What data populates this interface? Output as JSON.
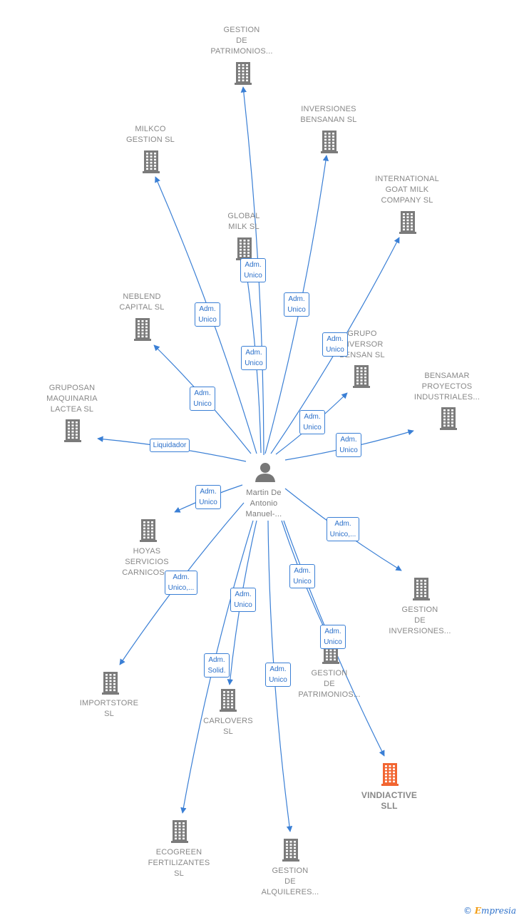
{
  "colors": {
    "edge": "#3a7fd5",
    "building": "#7b7b7b",
    "building_highlight": "#f26531",
    "person": "#777777",
    "label_border": "#3a7fd5"
  },
  "center": {
    "id": "person",
    "label": "Martin De\nAntonio\nManuel-...",
    "icon": "person-icon"
  },
  "nodes": [
    {
      "id": "gestion-patrimonios-top",
      "label": "GESTION\nDE\nPATRIMONIOS...",
      "icon": "building-icon"
    },
    {
      "id": "inversiones-bensanan",
      "label": "INVERSIONES\nBENSANAN  SL",
      "icon": "building-icon"
    },
    {
      "id": "milkco-gestion",
      "label": "MILKCO\nGESTION  SL",
      "icon": "building-icon"
    },
    {
      "id": "international-goat-milk",
      "label": "INTERNATIONAL\nGOAT MILK\nCOMPANY  SL",
      "icon": "building-icon"
    },
    {
      "id": "global-milk",
      "label": "GLOBAL\nMILK  SL",
      "icon": "building-icon"
    },
    {
      "id": "neblend-capital",
      "label": "NEBLEND\nCAPITAL  SL",
      "icon": "building-icon"
    },
    {
      "id": "grupo-inversor",
      "label": "GRUPO\nINVERSOR\nBENSAN  SL",
      "icon": "building-icon"
    },
    {
      "id": "gruposan-maquinaria",
      "label": "GRUPOSAN\nMAQUINARIA\nLACTEA SL",
      "icon": "building-icon"
    },
    {
      "id": "bensamar-proyectos",
      "label": "BENSAMAR\nPROYECTOS\nINDUSTRIALES...",
      "icon": "building-icon"
    },
    {
      "id": "hoyas-servicios",
      "label": "HOYAS\nSERVICIOS\nCARNICOS...",
      "icon": "building-icon"
    },
    {
      "id": "gestion-inversiones",
      "label": "GESTION\nDE\nINVERSIONES...",
      "icon": "building-icon"
    },
    {
      "id": "importstore",
      "label": "IMPORTSTORE\nSL",
      "icon": "building-icon"
    },
    {
      "id": "gestion-patrimonios-mid",
      "label": "GESTION\nDE\nPATRIMONIOS...",
      "icon": "building-icon"
    },
    {
      "id": "carlovers",
      "label": "CARLOVERS\nSL",
      "icon": "building-icon"
    },
    {
      "id": "vindiactive",
      "label": "VINDIACTIVE\nSLL",
      "icon": "building-icon",
      "highlight": true
    },
    {
      "id": "ecogreen",
      "label": "ECOGREEN\nFERTILIZANTES\nSL",
      "icon": "building-icon"
    },
    {
      "id": "gestion-alquileres",
      "label": "GESTION\nDE\nALQUILERES...",
      "icon": "building-icon"
    }
  ],
  "edges": [
    {
      "to": "gestion-patrimonios-top",
      "label": "Adm.\nUnico"
    },
    {
      "to": "inversiones-bensanan",
      "label": "Adm.\nUnico"
    },
    {
      "to": "milkco-gestion",
      "label": "Adm.\nUnico"
    },
    {
      "to": "international-goat-milk",
      "label": "Adm.\nUnico"
    },
    {
      "to": "global-milk",
      "label": "Adm.\nUnico"
    },
    {
      "to": "neblend-capital",
      "label": "Adm.\nUnico"
    },
    {
      "to": "grupo-inversor",
      "label": "Adm.\nUnico"
    },
    {
      "to": "gruposan-maquinaria",
      "label": "Liquidador"
    },
    {
      "to": "bensamar-proyectos",
      "label": "Adm.\nUnico"
    },
    {
      "to": "hoyas-servicios",
      "label": "Adm.\nUnico"
    },
    {
      "to": "gestion-inversiones",
      "label": "Adm.\nUnico,..."
    },
    {
      "to": "importstore",
      "label": "Adm.\nUnico,..."
    },
    {
      "to": "gestion-patrimonios-mid",
      "label": "Adm.\nUnico"
    },
    {
      "to": "carlovers",
      "label": "Adm.\nUnico"
    },
    {
      "to": "vindiactive",
      "label": "Adm.\nUnico"
    },
    {
      "to": "ecogreen",
      "label": "Adm.\nSolid."
    },
    {
      "to": "gestion-alquileres",
      "label": "Adm.\nUnico"
    }
  ],
  "footer": {
    "copyright": "©",
    "brand_initial": "E",
    "brand_rest": "mpresia"
  }
}
